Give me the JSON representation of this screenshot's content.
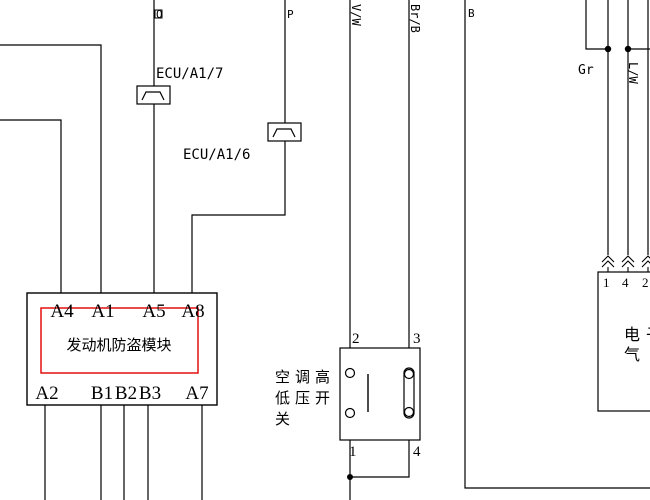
{
  "wire_labels": {
    "o_label": "O",
    "p_label": "P",
    "vw_label": "V/W",
    "brb_label": "Br/B",
    "b_label": "B",
    "gr_label": "Gr",
    "lw_label": "L/W"
  },
  "connectors": {
    "ecu_a1_7": "ECU/A1/7",
    "ecu_a1_6": "ECU/A1/6"
  },
  "immobilizer": {
    "title": "发动机防盗模块",
    "top_pins": [
      "A4",
      "A1",
      "A5",
      "A8"
    ],
    "bottom_pins": [
      "A2",
      "B1",
      "B2",
      "B3",
      "A7"
    ]
  },
  "ac_switch": {
    "label_line1": "空调高",
    "label_line2": "低压开",
    "label_line3": "关",
    "pin_2": "2",
    "pin_3": "3",
    "pin_1": "1",
    "pin_4": "4"
  },
  "right_module": {
    "pins": [
      "1",
      "4",
      "2"
    ],
    "label_line1": "电子",
    "label_line2": "气"
  },
  "colors": {
    "wire": "#000000",
    "highlight_box": "#e00000"
  }
}
